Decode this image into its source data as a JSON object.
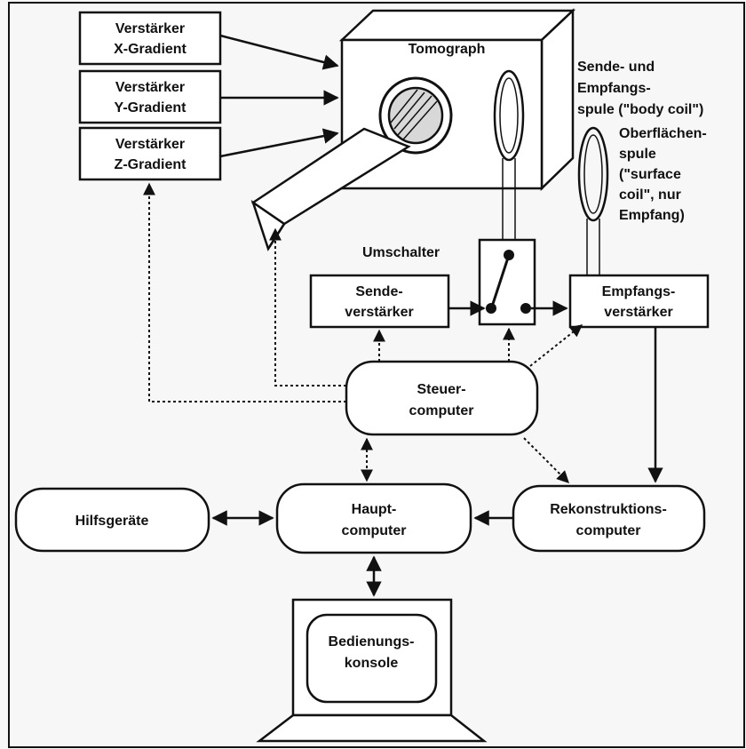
{
  "amplifiers": [
    {
      "line1": "Verstärker",
      "line2": "X-Gradient"
    },
    {
      "line1": "Verstärker",
      "line2": "Y-Gradient"
    },
    {
      "line1": "Verstärker",
      "line2": "Z-Gradient"
    }
  ],
  "tomograph_label": "Tomograph",
  "body_coil": {
    "line1": "Sende- und",
    "line2": "Empfangs-",
    "line3": "spule (\"body coil\")"
  },
  "surface_coil": {
    "line1": "Oberflächen-",
    "line2": "spule",
    "line3": "(\"surface",
    "line4": "coil\", nur",
    "line5": "Empfang)"
  },
  "switch_label": "Umschalter",
  "send_amp": {
    "line1": "Sende-",
    "line2": "verstärker"
  },
  "recv_amp": {
    "line1": "Empfangs-",
    "line2": "verstärker"
  },
  "control_computer": {
    "line1": "Steuer-",
    "line2": "computer"
  },
  "main_computer": {
    "line1": "Haupt-",
    "line2": "computer"
  },
  "auxiliary": "Hilfsgeräte",
  "recon_computer": {
    "line1": "Rekonstruktions-",
    "line2": "computer"
  },
  "console": {
    "line1": "Bedienungs-",
    "line2": "konsole"
  }
}
